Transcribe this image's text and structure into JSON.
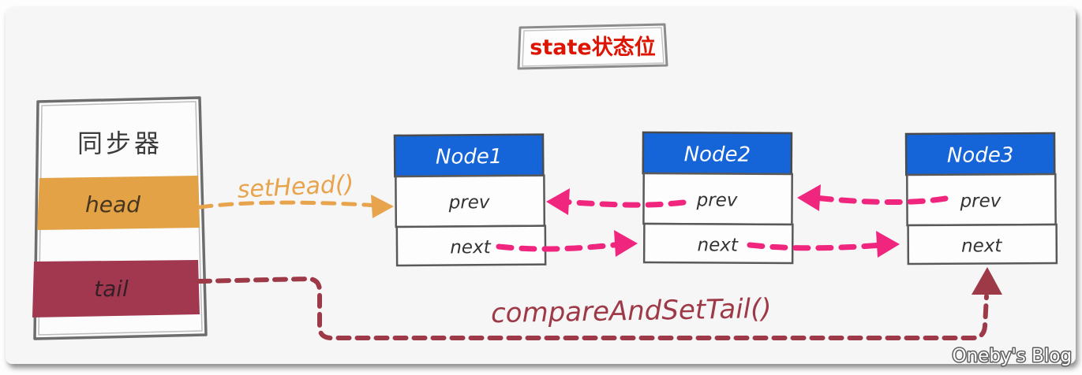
{
  "title_box": {
    "text": "state状态位",
    "color": "#dd1402"
  },
  "synchronizer": {
    "label": "同步器",
    "head": {
      "label": "head",
      "color": "#e2a245"
    },
    "tail": {
      "label": "tail",
      "color": "#a23850"
    }
  },
  "node_header_color": "#1565d8",
  "nodes": [
    {
      "title": "Node1",
      "prev": "prev",
      "next": "next"
    },
    {
      "title": "Node2",
      "prev": "prev",
      "next": "next"
    },
    {
      "title": "Node3",
      "prev": "prev",
      "next": "next"
    }
  ],
  "arrows": {
    "set_head": {
      "label": "setHead()",
      "color": "#e8a44c"
    },
    "pointer_color": "#f0267e",
    "compare_and_set_tail": {
      "label": "compareAndSetTail()",
      "color": "#9e3a47"
    }
  },
  "watermark": "Oneby's Blog"
}
